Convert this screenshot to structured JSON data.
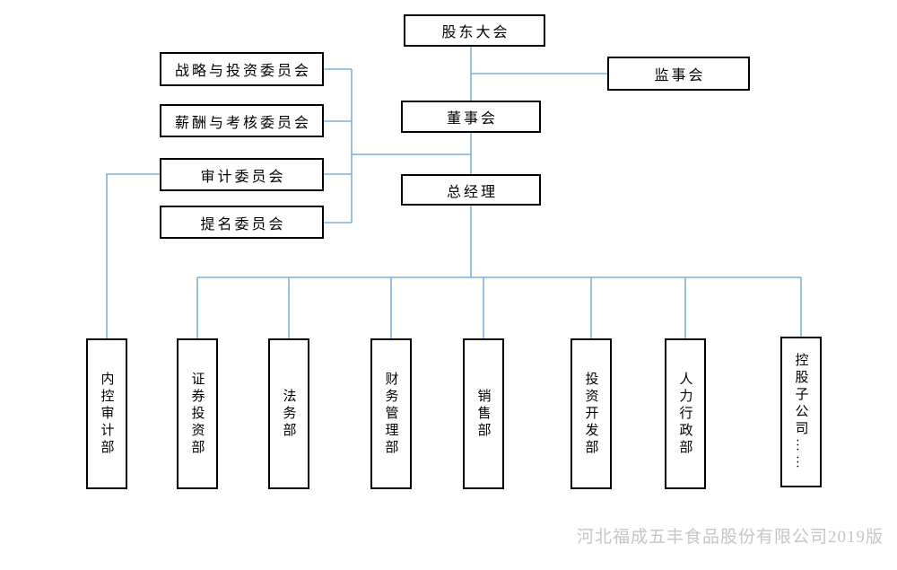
{
  "nodes": {
    "shareholders": {
      "label": "股东大会"
    },
    "supervisory_board": {
      "label": "监事会"
    },
    "board_of_directors": {
      "label": "董事会"
    },
    "general_manager": {
      "label": "总经理"
    }
  },
  "committees": [
    {
      "label": "战略与投资委员会"
    },
    {
      "label": "薪酬与考核委员会"
    },
    {
      "label": "审计委员会"
    },
    {
      "label": "提名委员会"
    }
  ],
  "departments": [
    {
      "label": "内控审计部"
    },
    {
      "label": "证券投资部"
    },
    {
      "label": "法务部"
    },
    {
      "label": "财务管理部"
    },
    {
      "label": "销售部"
    },
    {
      "label": "投资开发部"
    },
    {
      "label": "人力行政部"
    },
    {
      "label": "控股子公司……"
    }
  ],
  "watermark": "河北福成五丰食品股份有限公司2019版",
  "colors": {
    "line": "#7fb0dc",
    "box_border": "#000000",
    "text": "#000000",
    "watermark": "#c6c6c6",
    "background": "#ffffff"
  }
}
